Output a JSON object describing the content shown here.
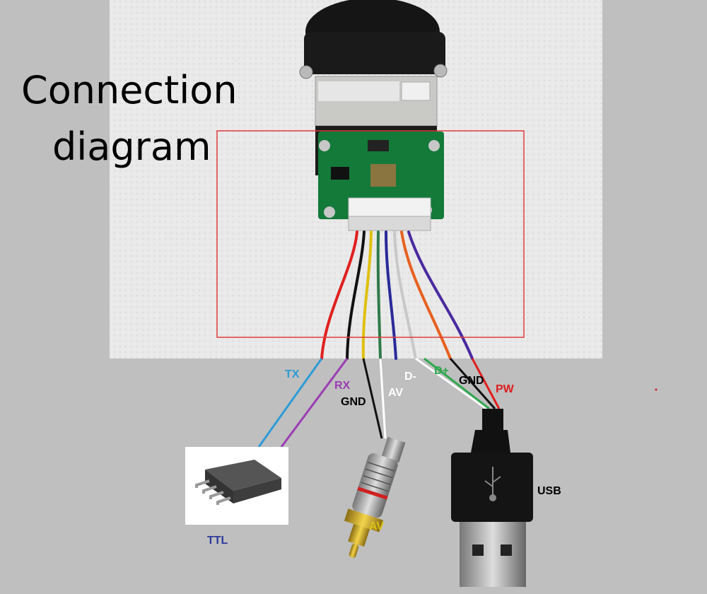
{
  "title": {
    "line1": "Connection",
    "line2": "diagram"
  },
  "wire_labels": {
    "tx": {
      "text": "TX",
      "color": "#2e9bd6"
    },
    "rx": {
      "text": "RX",
      "color": "#9b3db3"
    },
    "gnd_av": {
      "text": "GND",
      "color": "#000000"
    },
    "av_wire": {
      "text": "AV",
      "color": "#ffffff"
    },
    "d_minus": {
      "text": "D-",
      "color": "#ffffff"
    },
    "d_plus": {
      "text": "D+",
      "color": "#2fa84f"
    },
    "gnd_usb": {
      "text": "GND",
      "color": "#000000"
    },
    "pw": {
      "text": "PW",
      "color": "#e01e1e"
    }
  },
  "connectors": {
    "ttl": {
      "text": "TTL",
      "color": "#2b3a9a"
    },
    "av": {
      "text": "AV",
      "color": "#d8c21a"
    },
    "usb": {
      "text": "USB",
      "color": "#000000"
    }
  },
  "highlight_box_color": "#e03c3c"
}
